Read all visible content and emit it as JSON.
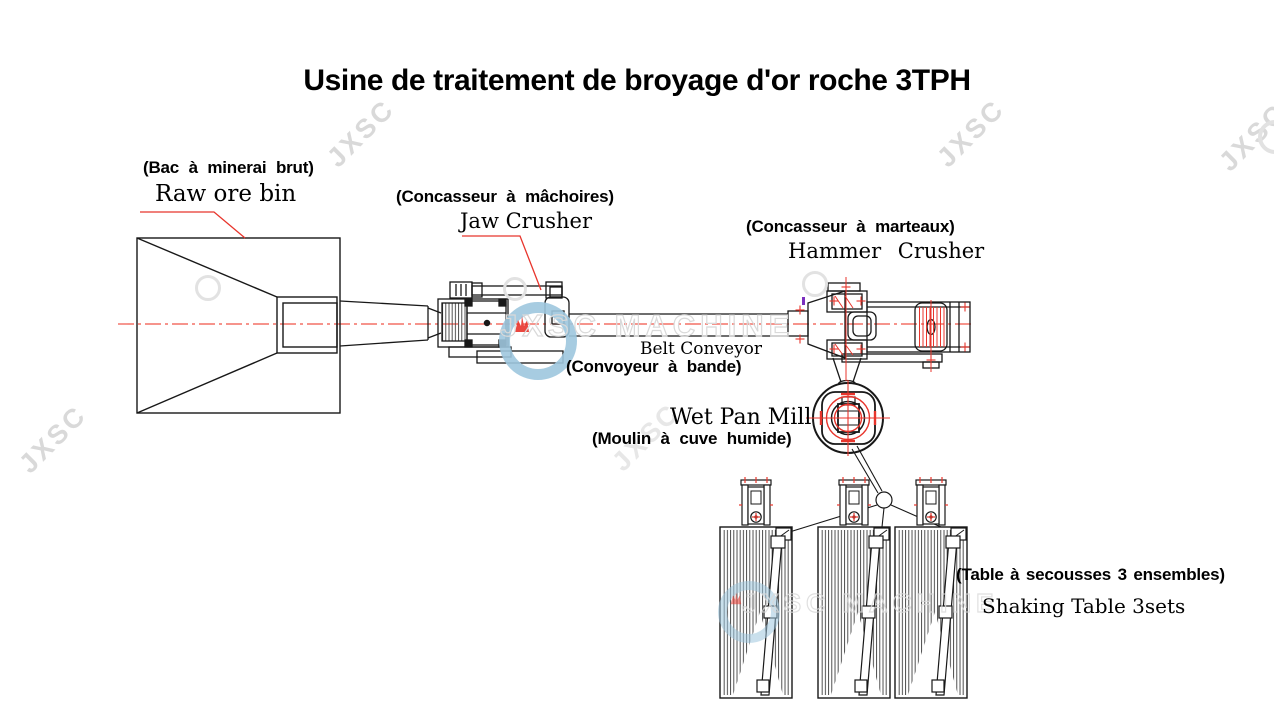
{
  "page": {
    "title": "Usine de traitement de broyage d'or roche 3TPH"
  },
  "equipment_labels": {
    "raw_ore_bin": {
      "fr": "(Bac à minerai brut)",
      "en": "Raw ore bin"
    },
    "jaw_crusher": {
      "fr": "(Concasseur à mâchoires)",
      "en": "Jaw Crusher"
    },
    "hammer_crusher": {
      "fr": "(Concasseur à marteaux)",
      "en": "Hammer Crusher"
    },
    "belt_conveyor": {
      "fr": "(Convoyeur à bande)",
      "en": "Belt Conveyor"
    },
    "wet_pan_mill": {
      "fr": "(Moulin à cuve humide)",
      "en": "Wet Pan Mill"
    },
    "shaking_table": {
      "fr": "(Table à secousses 3 ensembles)",
      "en": "Shaking Table 3sets"
    }
  },
  "watermarks": {
    "brand": "JXSC",
    "brand_full": "JXSC MACHINE"
  },
  "colors": {
    "line_black": "#181818",
    "red": "#e8352c",
    "logo_blue": "#9ec7de",
    "watermark_gray": "#d9d9d9"
  }
}
